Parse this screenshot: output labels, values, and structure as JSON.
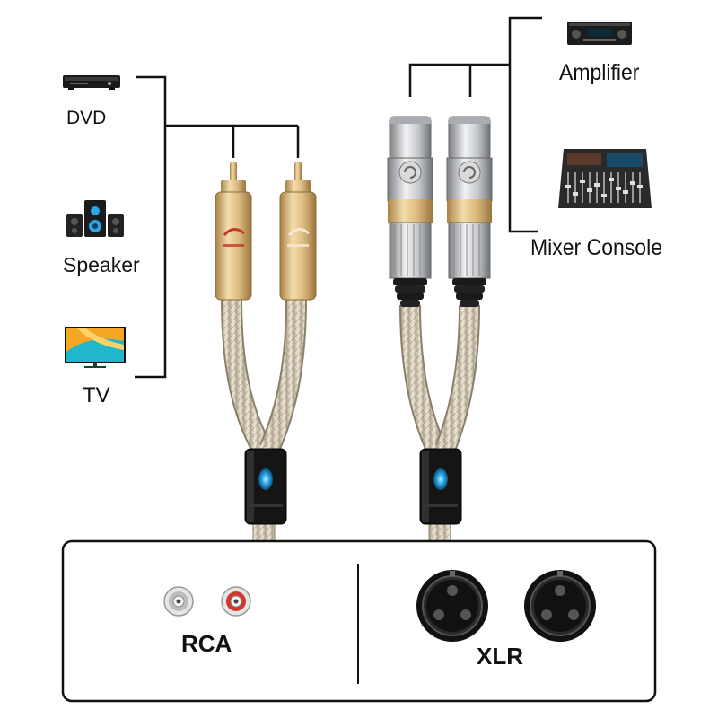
{
  "devices": {
    "left": [
      {
        "label": "DVD",
        "icon": "dvd-player-icon"
      },
      {
        "label": "Speaker",
        "icon": "speaker-system-icon"
      },
      {
        "label": "TV",
        "icon": "tv-icon"
      }
    ],
    "right": [
      {
        "label": "Amplifier",
        "icon": "amplifier-icon"
      },
      {
        "label": "Mixer Console",
        "icon": "mixer-console-icon"
      }
    ]
  },
  "connectors": {
    "rca_label": "RCA",
    "xlr_label": "XLR"
  },
  "colors": {
    "gold": "#d9b87a",
    "cable_braid": "#d8cdb8",
    "chrome": "#b9bcc0",
    "outline": "#111111",
    "accent_blue": "#2aa6e8",
    "jack_red": "#d2392e"
  }
}
